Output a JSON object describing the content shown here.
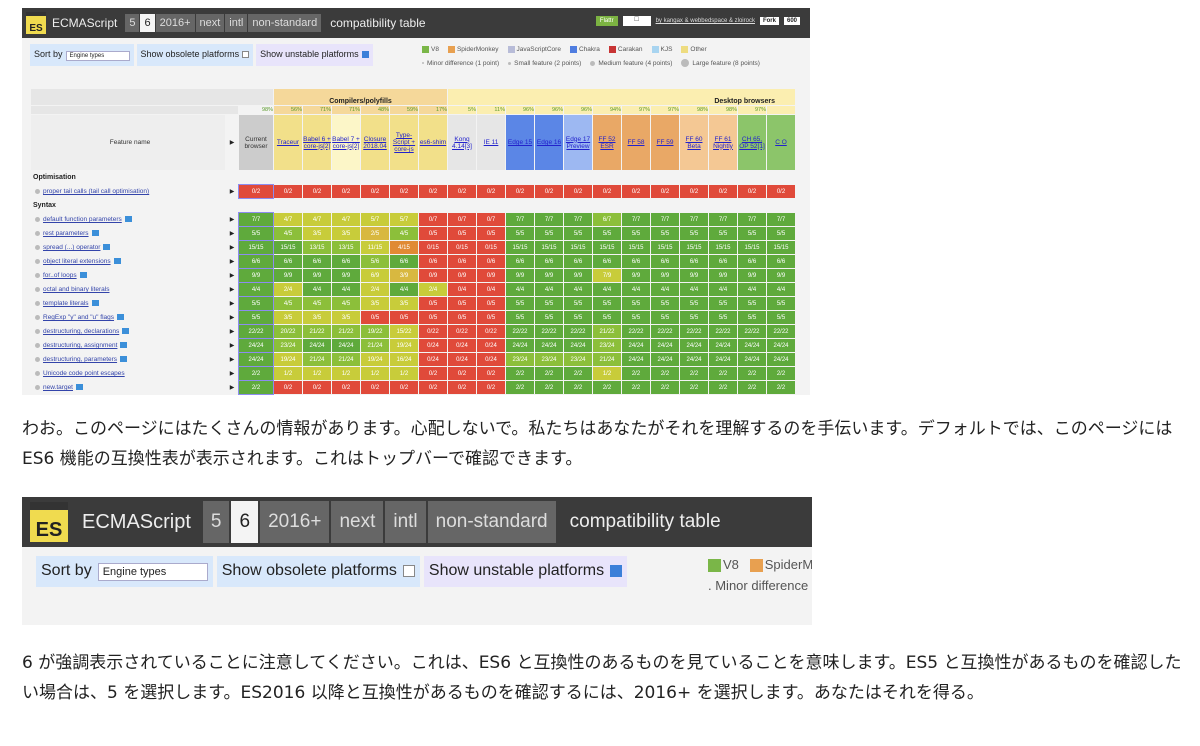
{
  "topbar": {
    "logo": "ES",
    "title": "ECMAScript",
    "versions": [
      "5",
      "6",
      "2016+",
      "next",
      "intl",
      "non-standard"
    ],
    "active_version": "6",
    "subtitle": "compatibility table",
    "flattr": "Flattr",
    "credits": "by kangax & webbedspace & zloirock",
    "fork": "Fork",
    "fork_count": "600"
  },
  "controls": {
    "sort_label": "Sort by",
    "sort_value": "Engine types",
    "obsolete_label": "Show obsolete platforms",
    "obsolete_checked": false,
    "unstable_label": "Show unstable platforms",
    "unstable_checked": true
  },
  "legend": {
    "engines": [
      {
        "name": "V8",
        "color": "#7ab648"
      },
      {
        "name": "SpiderMonkey",
        "color": "#e8a050"
      },
      {
        "name": "JavaScriptCore",
        "color": "#b8bcd8"
      },
      {
        "name": "Chakra",
        "color": "#4f7de0"
      },
      {
        "name": "Carakan",
        "color": "#c83434"
      },
      {
        "name": "KJS",
        "color": "#a8d4f0"
      },
      {
        "name": "Other",
        "color": "#eedc80"
      }
    ],
    "sizes": [
      "Minor difference (1 point)",
      "Small feature (2 points)",
      "Medium feature (4 points)",
      "Large feature (8 points)"
    ]
  },
  "table": {
    "groups": {
      "compilers": "Compilers/polyfills",
      "desktop": "Desktop browsers"
    },
    "feature_header": "Feature name",
    "current": {
      "label": "Current browser",
      "pct": "98%"
    },
    "columns": [
      {
        "label": "Traceur",
        "pct": "56%",
        "bg": "#f2e08a"
      },
      {
        "label": "Babel 6 + core-js[2]",
        "pct": "71%",
        "bg": "#f2e08a"
      },
      {
        "label": "Babel 7 + core-js[2]",
        "pct": "71%",
        "bg": "#fcf6c8"
      },
      {
        "label": "Closure 2018.04",
        "pct": "48%",
        "bg": "#f2e08a"
      },
      {
        "label": "Type-Script + core-js",
        "pct": "59%",
        "bg": "#f2e08a"
      },
      {
        "label": "es6-shim",
        "pct": "17%",
        "bg": "#f2e08a"
      },
      {
        "label": "Konq 4.14[3]",
        "pct": "5%",
        "bg": "#e6e6e6"
      },
      {
        "label": "IE 11",
        "pct": "11%",
        "bg": "#e6e6e6"
      },
      {
        "label": "Edge 15",
        "pct": "96%",
        "bg": "#5b86e6"
      },
      {
        "label": "Edge 16",
        "pct": "96%",
        "bg": "#5b86e6"
      },
      {
        "label": "Edge 17 Preview",
        "pct": "96%",
        "bg": "#9db8f2"
      },
      {
        "label": "FF 52 ESR",
        "pct": "94%",
        "bg": "#e9a866"
      },
      {
        "label": "FF 58",
        "pct": "97%",
        "bg": "#e9a866"
      },
      {
        "label": "FF 59",
        "pct": "97%",
        "bg": "#e9a866"
      },
      {
        "label": "FF 60 Beta",
        "pct": "98%",
        "bg": "#f4c894"
      },
      {
        "label": "FF 61 Nightly",
        "pct": "98%",
        "bg": "#f4c894"
      },
      {
        "label": "CH 65, OP 52[1]",
        "pct": "97%",
        "bg": "#8cc56a"
      },
      {
        "label": "C O",
        "pct": "",
        "bg": "#8cc56a"
      }
    ],
    "sections": [
      {
        "title": "Optimisation",
        "rows": [
          {
            "name": "proper tail calls (tail call optimisation)",
            "v": [
              "0/2",
              "0/2",
              "0/2",
              "0/2",
              "0/2",
              "0/2",
              "0/2",
              "0/2",
              "0/2",
              "0/2",
              "0/2",
              "0/2",
              "0/2",
              "0/2",
              "0/2",
              "0/2",
              "0/2",
              "0/2",
              "0/2"
            ]
          }
        ]
      },
      {
        "title": "Syntax",
        "rows": [
          {
            "name": "default function parameters",
            "v": [
              "7/7",
              "4/7",
              "4/7",
              "4/7",
              "5/7",
              "5/7",
              "0/7",
              "0/7",
              "0/7",
              "7/7",
              "7/7",
              "7/7",
              "6/7",
              "7/7",
              "7/7",
              "7/7",
              "7/7",
              "7/7",
              "7/7"
            ]
          },
          {
            "name": "rest parameters",
            "v": [
              "5/5",
              "4/5",
              "3/5",
              "3/5",
              "2/5",
              "4/5",
              "0/5",
              "0/5",
              "0/5",
              "5/5",
              "5/5",
              "5/5",
              "5/5",
              "5/5",
              "5/5",
              "5/5",
              "5/5",
              "5/5",
              "5/5"
            ]
          },
          {
            "name": "spread (...) operator",
            "v": [
              "15/15",
              "15/15",
              "13/15",
              "13/15",
              "11/15",
              "4/15",
              "0/15",
              "0/15",
              "0/15",
              "15/15",
              "15/15",
              "15/15",
              "15/15",
              "15/15",
              "15/15",
              "15/15",
              "15/15",
              "15/15",
              "15/15"
            ]
          },
          {
            "name": "object literal extensions",
            "v": [
              "6/6",
              "6/6",
              "6/6",
              "6/6",
              "5/6",
              "6/6",
              "0/6",
              "0/6",
              "0/6",
              "6/6",
              "6/6",
              "6/6",
              "6/6",
              "6/6",
              "6/6",
              "6/6",
              "6/6",
              "6/6",
              "6/6"
            ]
          },
          {
            "name": "for..of loops",
            "v": [
              "9/9",
              "9/9",
              "9/9",
              "9/9",
              "6/9",
              "3/9",
              "0/9",
              "0/9",
              "0/9",
              "9/9",
              "9/9",
              "9/9",
              "7/9",
              "9/9",
              "9/9",
              "9/9",
              "9/9",
              "9/9",
              "9/9"
            ]
          },
          {
            "name": "octal and binary literals",
            "v": [
              "4/4",
              "2/4",
              "4/4",
              "4/4",
              "2/4",
              "4/4",
              "2/4",
              "0/4",
              "0/4",
              "4/4",
              "4/4",
              "4/4",
              "4/4",
              "4/4",
              "4/4",
              "4/4",
              "4/4",
              "4/4",
              "4/4"
            ]
          },
          {
            "name": "template literals",
            "v": [
              "5/5",
              "4/5",
              "4/5",
              "4/5",
              "3/5",
              "3/5",
              "0/5",
              "0/5",
              "0/5",
              "5/5",
              "5/5",
              "5/5",
              "5/5",
              "5/5",
              "5/5",
              "5/5",
              "5/5",
              "5/5",
              "5/5"
            ]
          },
          {
            "name": "RegExp \"y\" and \"u\" flags",
            "v": [
              "5/5",
              "3/5",
              "3/5",
              "3/5",
              "0/5",
              "0/5",
              "0/5",
              "0/5",
              "0/5",
              "5/5",
              "5/5",
              "5/5",
              "5/5",
              "5/5",
              "5/5",
              "5/5",
              "5/5",
              "5/5",
              "5/5"
            ]
          },
          {
            "name": "destructuring, declarations",
            "v": [
              "22/22",
              "20/22",
              "21/22",
              "21/22",
              "19/22",
              "15/22",
              "0/22",
              "0/22",
              "0/22",
              "22/22",
              "22/22",
              "22/22",
              "21/22",
              "22/22",
              "22/22",
              "22/22",
              "22/22",
              "22/22",
              "22/22"
            ]
          },
          {
            "name": "destructuring, assignment",
            "v": [
              "24/24",
              "23/24",
              "24/24",
              "24/24",
              "21/24",
              "19/24",
              "0/24",
              "0/24",
              "0/24",
              "24/24",
              "24/24",
              "24/24",
              "23/24",
              "24/24",
              "24/24",
              "24/24",
              "24/24",
              "24/24",
              "24/24"
            ]
          },
          {
            "name": "destructuring, parameters",
            "v": [
              "24/24",
              "19/24",
              "21/24",
              "21/24",
              "19/24",
              "16/24",
              "0/24",
              "0/24",
              "0/24",
              "23/24",
              "23/24",
              "23/24",
              "21/24",
              "24/24",
              "24/24",
              "24/24",
              "24/24",
              "24/24",
              "24/24"
            ]
          },
          {
            "name": "Unicode code point escapes",
            "v": [
              "2/2",
              "1/2",
              "1/2",
              "1/2",
              "1/2",
              "1/2",
              "0/2",
              "0/2",
              "0/2",
              "2/2",
              "2/2",
              "2/2",
              "1/2",
              "2/2",
              "2/2",
              "2/2",
              "2/2",
              "2/2",
              "2/2"
            ]
          },
          {
            "name": "new.target",
            "v": [
              "2/2",
              "0/2",
              "0/2",
              "0/2",
              "0/2",
              "0/2",
              "0/2",
              "0/2",
              "0/2",
              "2/2",
              "2/2",
              "2/2",
              "2/2",
              "2/2",
              "2/2",
              "2/2",
              "2/2",
              "2/2",
              "2/2"
            ]
          }
        ]
      }
    ]
  },
  "article": {
    "para1": "わお。このページにはたくさんの情報があります。心配しないで。私たちはあなたがそれを理解するのを手伝います。デフォルトでは、このページには ES6 機能の互換性表が表示されます。これはトップバーで確認できます。",
    "para2": "6 が強調表示されていることに注意してください。これは、ES6 と互換性のあるものを見ていることを意味します。ES5 と互換性があるものを確認したい場合は、5 を選択します。ES2016 以降と互換性があるものを確認するには、2016+ を選択します。あなたはそれを得る。"
  },
  "crop": {
    "legend_v8": "V8",
    "legend_sm": "SpiderM",
    "legend_minor": ". Minor difference ("
  }
}
